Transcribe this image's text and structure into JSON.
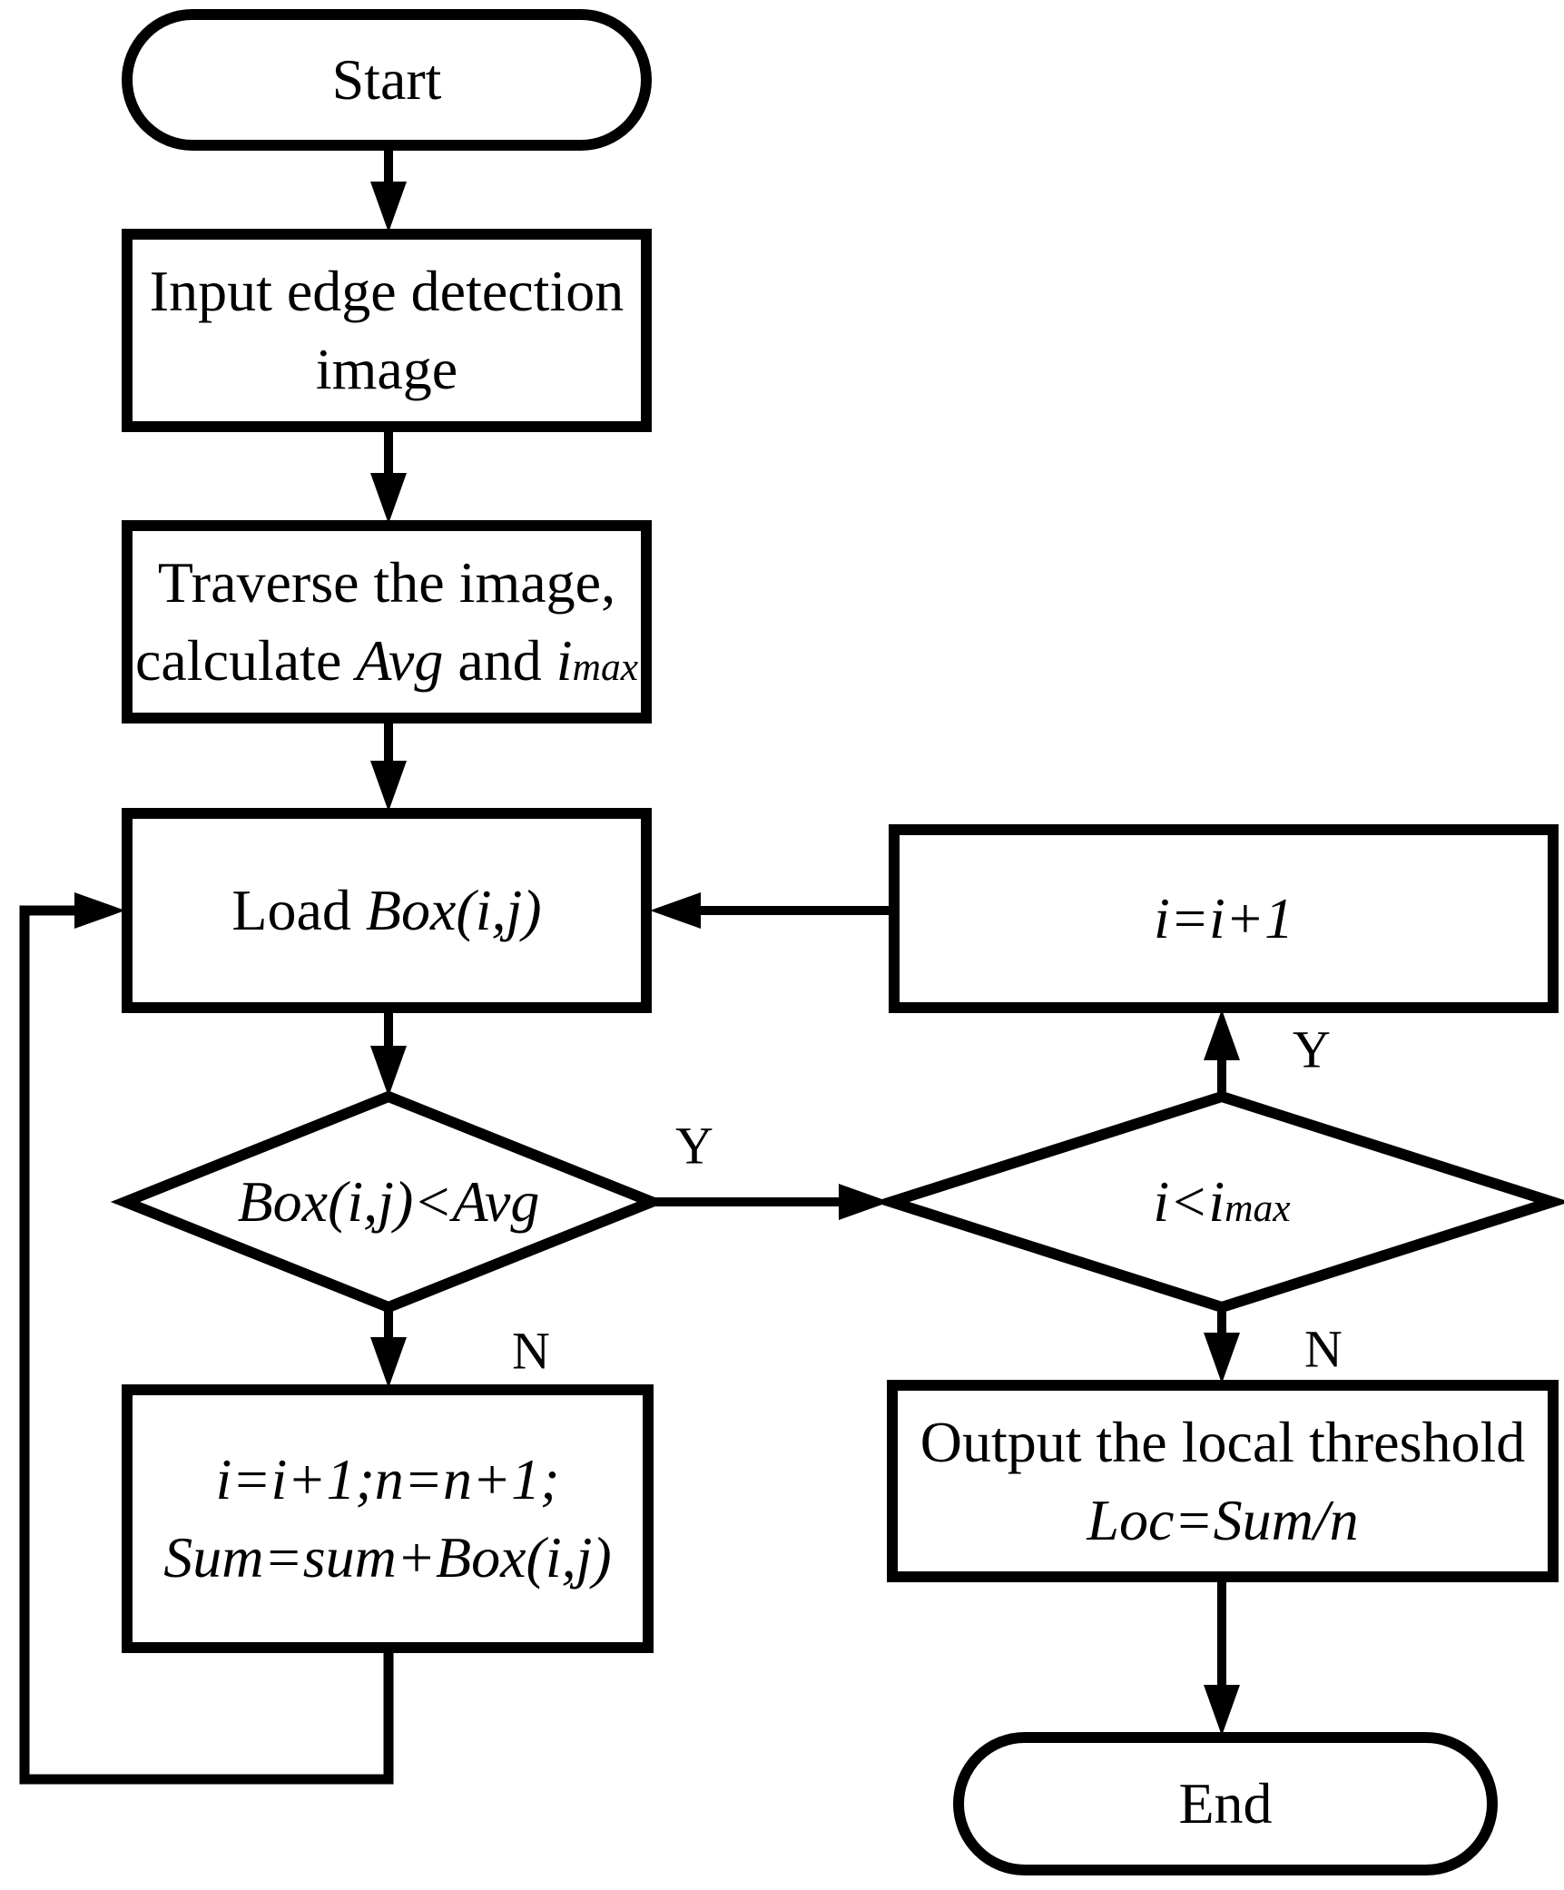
{
  "page": {
    "background": "#ffffff",
    "stroke_color": "#000000",
    "diagram_type": "flowchart"
  },
  "nodes": {
    "start": {
      "shape": "terminator",
      "label": "Start"
    },
    "input": {
      "shape": "process",
      "line1": "Input edge detection",
      "line2": "image"
    },
    "traverse": {
      "shape": "process",
      "line1": "Traverse the image,",
      "line2_prefix": "calculate ",
      "line2_avg": "Avg",
      "line2_mid": " and ",
      "line2_ivar": "i",
      "line2_isub": "max"
    },
    "load": {
      "shape": "process",
      "prefix": "Load ",
      "expr": "Box(i,j)"
    },
    "decision_avg": {
      "shape": "decision",
      "expr": "Box(i,j)<Avg"
    },
    "sum": {
      "shape": "process",
      "line1": "i=i+1;n=n+1;",
      "line2": "Sum=sum+Box(i,j)"
    },
    "increment": {
      "shape": "process",
      "expr": "i=i+1"
    },
    "decision_imax": {
      "shape": "decision",
      "expr_main": "i<i",
      "expr_sub": "max"
    },
    "output": {
      "shape": "process",
      "line1": "Output the local threshold",
      "line2": "Loc=Sum/n"
    },
    "end": {
      "shape": "terminator",
      "label": "End"
    }
  },
  "edge_labels": {
    "decision_avg_yes": "Y",
    "decision_avg_no": "N",
    "decision_imax_yes": "Y",
    "decision_imax_no": "N"
  }
}
